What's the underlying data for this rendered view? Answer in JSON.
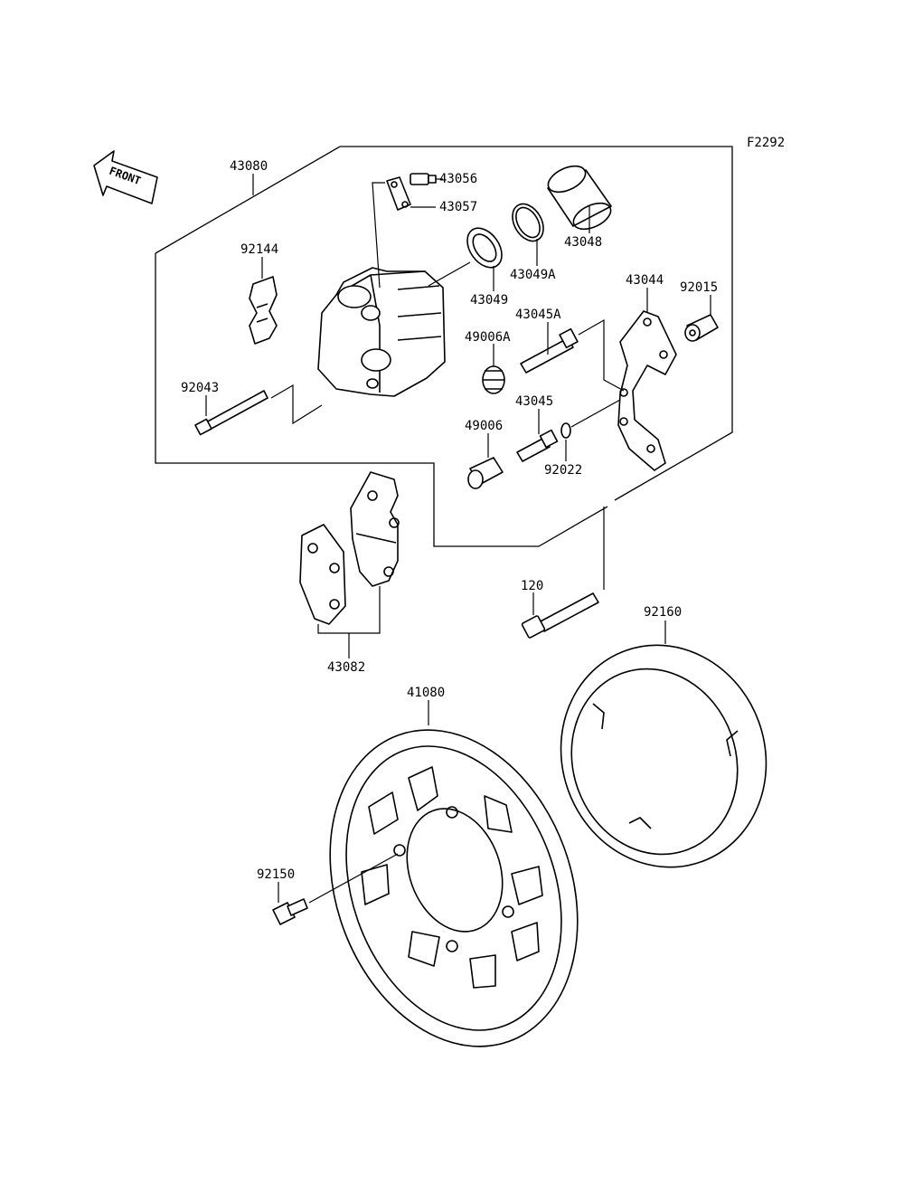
{
  "figure_code": "F2292",
  "front_arrow": "FRONT",
  "labels": {
    "p43080": "43080",
    "p43056": "43056",
    "p43057": "43057",
    "p43048": "43048",
    "p92144": "92144",
    "p43049a": "43049A",
    "p43049": "43049",
    "p43044": "43044",
    "p92015": "92015",
    "p43045a": "43045A",
    "p49006a": "49006A",
    "p92043": "92043",
    "p43045": "43045",
    "p49006": "49006",
    "p92022": "92022",
    "p120": "120",
    "p92160": "92160",
    "p43082": "43082",
    "p41080": "41080",
    "p92150": "92150"
  },
  "icons": {
    "front_arrow": "front-direction-arrow-icon"
  }
}
